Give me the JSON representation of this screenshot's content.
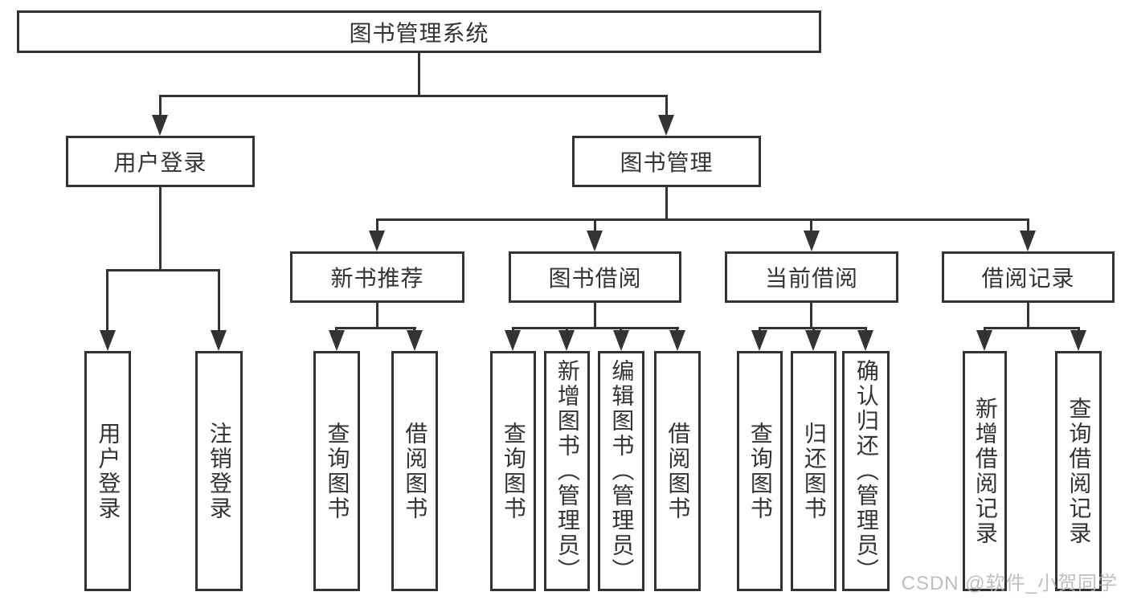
{
  "colors": {
    "line": "#333333",
    "text": "#333333",
    "watermark": "#b4b4b4",
    "background": "#ffffff"
  },
  "root": {
    "label": "图书管理系统"
  },
  "branches": {
    "user": {
      "label": "用户登录",
      "children": [
        "用户登录",
        "注销登录"
      ]
    },
    "book": {
      "label": "图书管理",
      "sections": [
        {
          "label": "新书推荐",
          "children": [
            "查询图书",
            "借阅图书"
          ]
        },
        {
          "label": "图书借阅",
          "children": [
            "查询图书",
            "新增图书（管理员）",
            "编辑图书（管理员）",
            "借阅图书"
          ]
        },
        {
          "label": "当前借阅",
          "children": [
            "查询图书",
            "归还图书",
            "确认归还（管理员）"
          ]
        },
        {
          "label": "借阅记录",
          "children": [
            "新增借阅记录",
            "查询借阅记录"
          ]
        }
      ]
    }
  },
  "watermark": "CSDN @软件_小贺同学"
}
